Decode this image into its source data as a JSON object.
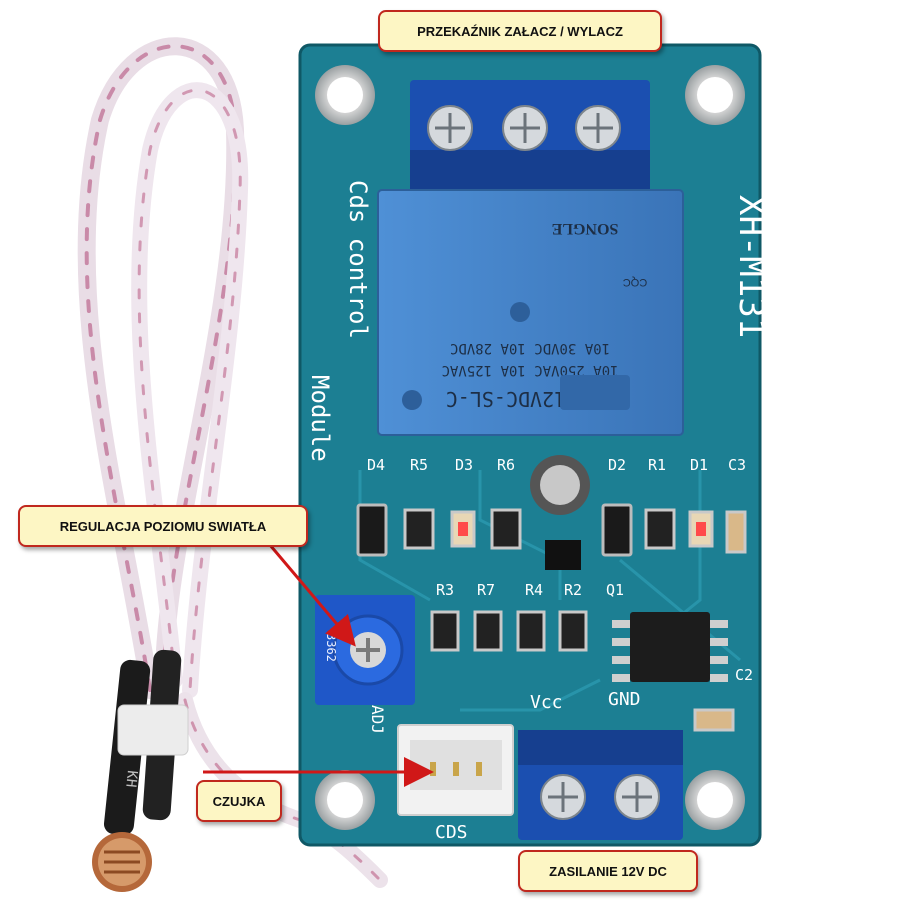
{
  "callouts": {
    "relay": "PRZEKAŹNIK ZAŁACZ / WYLACZ",
    "light": "REGULACJA POZIOMU SWIATŁA",
    "sensor": "CZUJKA",
    "power": "ZASILANIE 12V DC"
  },
  "board": {
    "model": "XH-M131",
    "title_line1": "Cds control",
    "title_line2": "Module",
    "relay": {
      "model": "SRD-12VDC-SL-C",
      "rating1": "10A 250VAC 10A 125VAC",
      "rating2": "10A 30VDC 10A 28VDC",
      "brand": "SONGLE",
      "cert": "CQC"
    },
    "labels": [
      "D4",
      "R5",
      "D3",
      "R6",
      "D2",
      "R1",
      "D1",
      "C3",
      "R3",
      "R7",
      "R4",
      "R2",
      "Q1",
      "C2"
    ],
    "pot_code": "3362",
    "adj": "ADJ",
    "vcc": "Vcc",
    "gnd": "GND",
    "cds": "CDS"
  },
  "cable": {
    "marking": "KH"
  },
  "colors": {
    "pcb": "#1c7f93",
    "callout_bg": "#fdf6c4",
    "callout_border": "#c0281e",
    "arrow": "#d01818",
    "terminal": "#1b4fb0",
    "relay": "#3f7fc6"
  }
}
